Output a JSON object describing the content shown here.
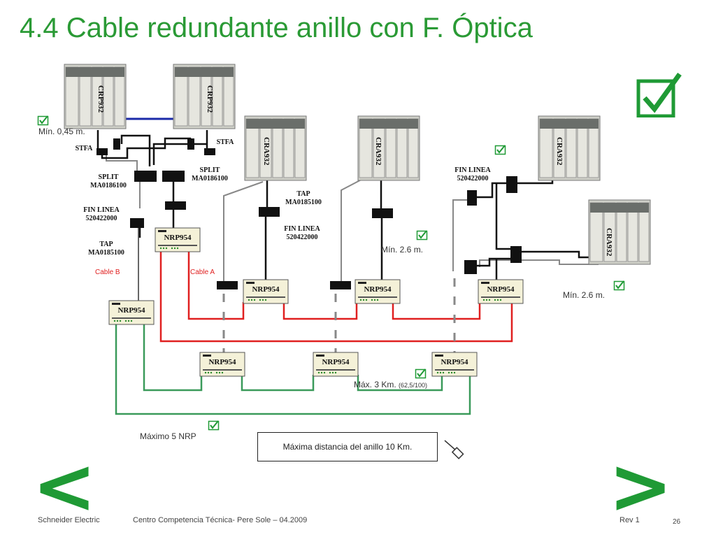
{
  "slide": {
    "title": "4.4 Cable redundante anillo con F. Óptica",
    "prev_label": "<",
    "next_label": ">",
    "footer": {
      "company": "Schneider Electric",
      "center": "Centro Competencia Técnica- Pere Sole – 04.2009",
      "rev": "Rev 1",
      "page": "26"
    }
  },
  "plcs": {
    "crp": "CRP932",
    "cra": "CRA932"
  },
  "modules": {
    "nrp": "NRP954"
  },
  "labels": {
    "stfa": "STFA",
    "split": "SPLIT",
    "split_ref": "MA0186100",
    "fin_linea": "FIN LINEA",
    "fin_ref": "520422000",
    "tap": "TAP",
    "tap_ref": "MA0185100",
    "cable_b": "Cable B",
    "cable_a": "Cable A"
  },
  "annotations": {
    "min_045": "Mín. 0,45 m.",
    "min_26_a": "Mín. 2.6 m.",
    "min_26_b": "Mín. 2.6 m.",
    "max_3km": "Máx. 3 Km.",
    "max_3km_note": "(62,5/100)",
    "max_5nrp": "Máximo 5 NRP",
    "ring_distance": "Máxima distancia del anillo 10 Km."
  },
  "colors": {
    "accent_green": "#2a9a35",
    "cable_red": "#e02020",
    "fiber_green": "#3a9a5a"
  }
}
